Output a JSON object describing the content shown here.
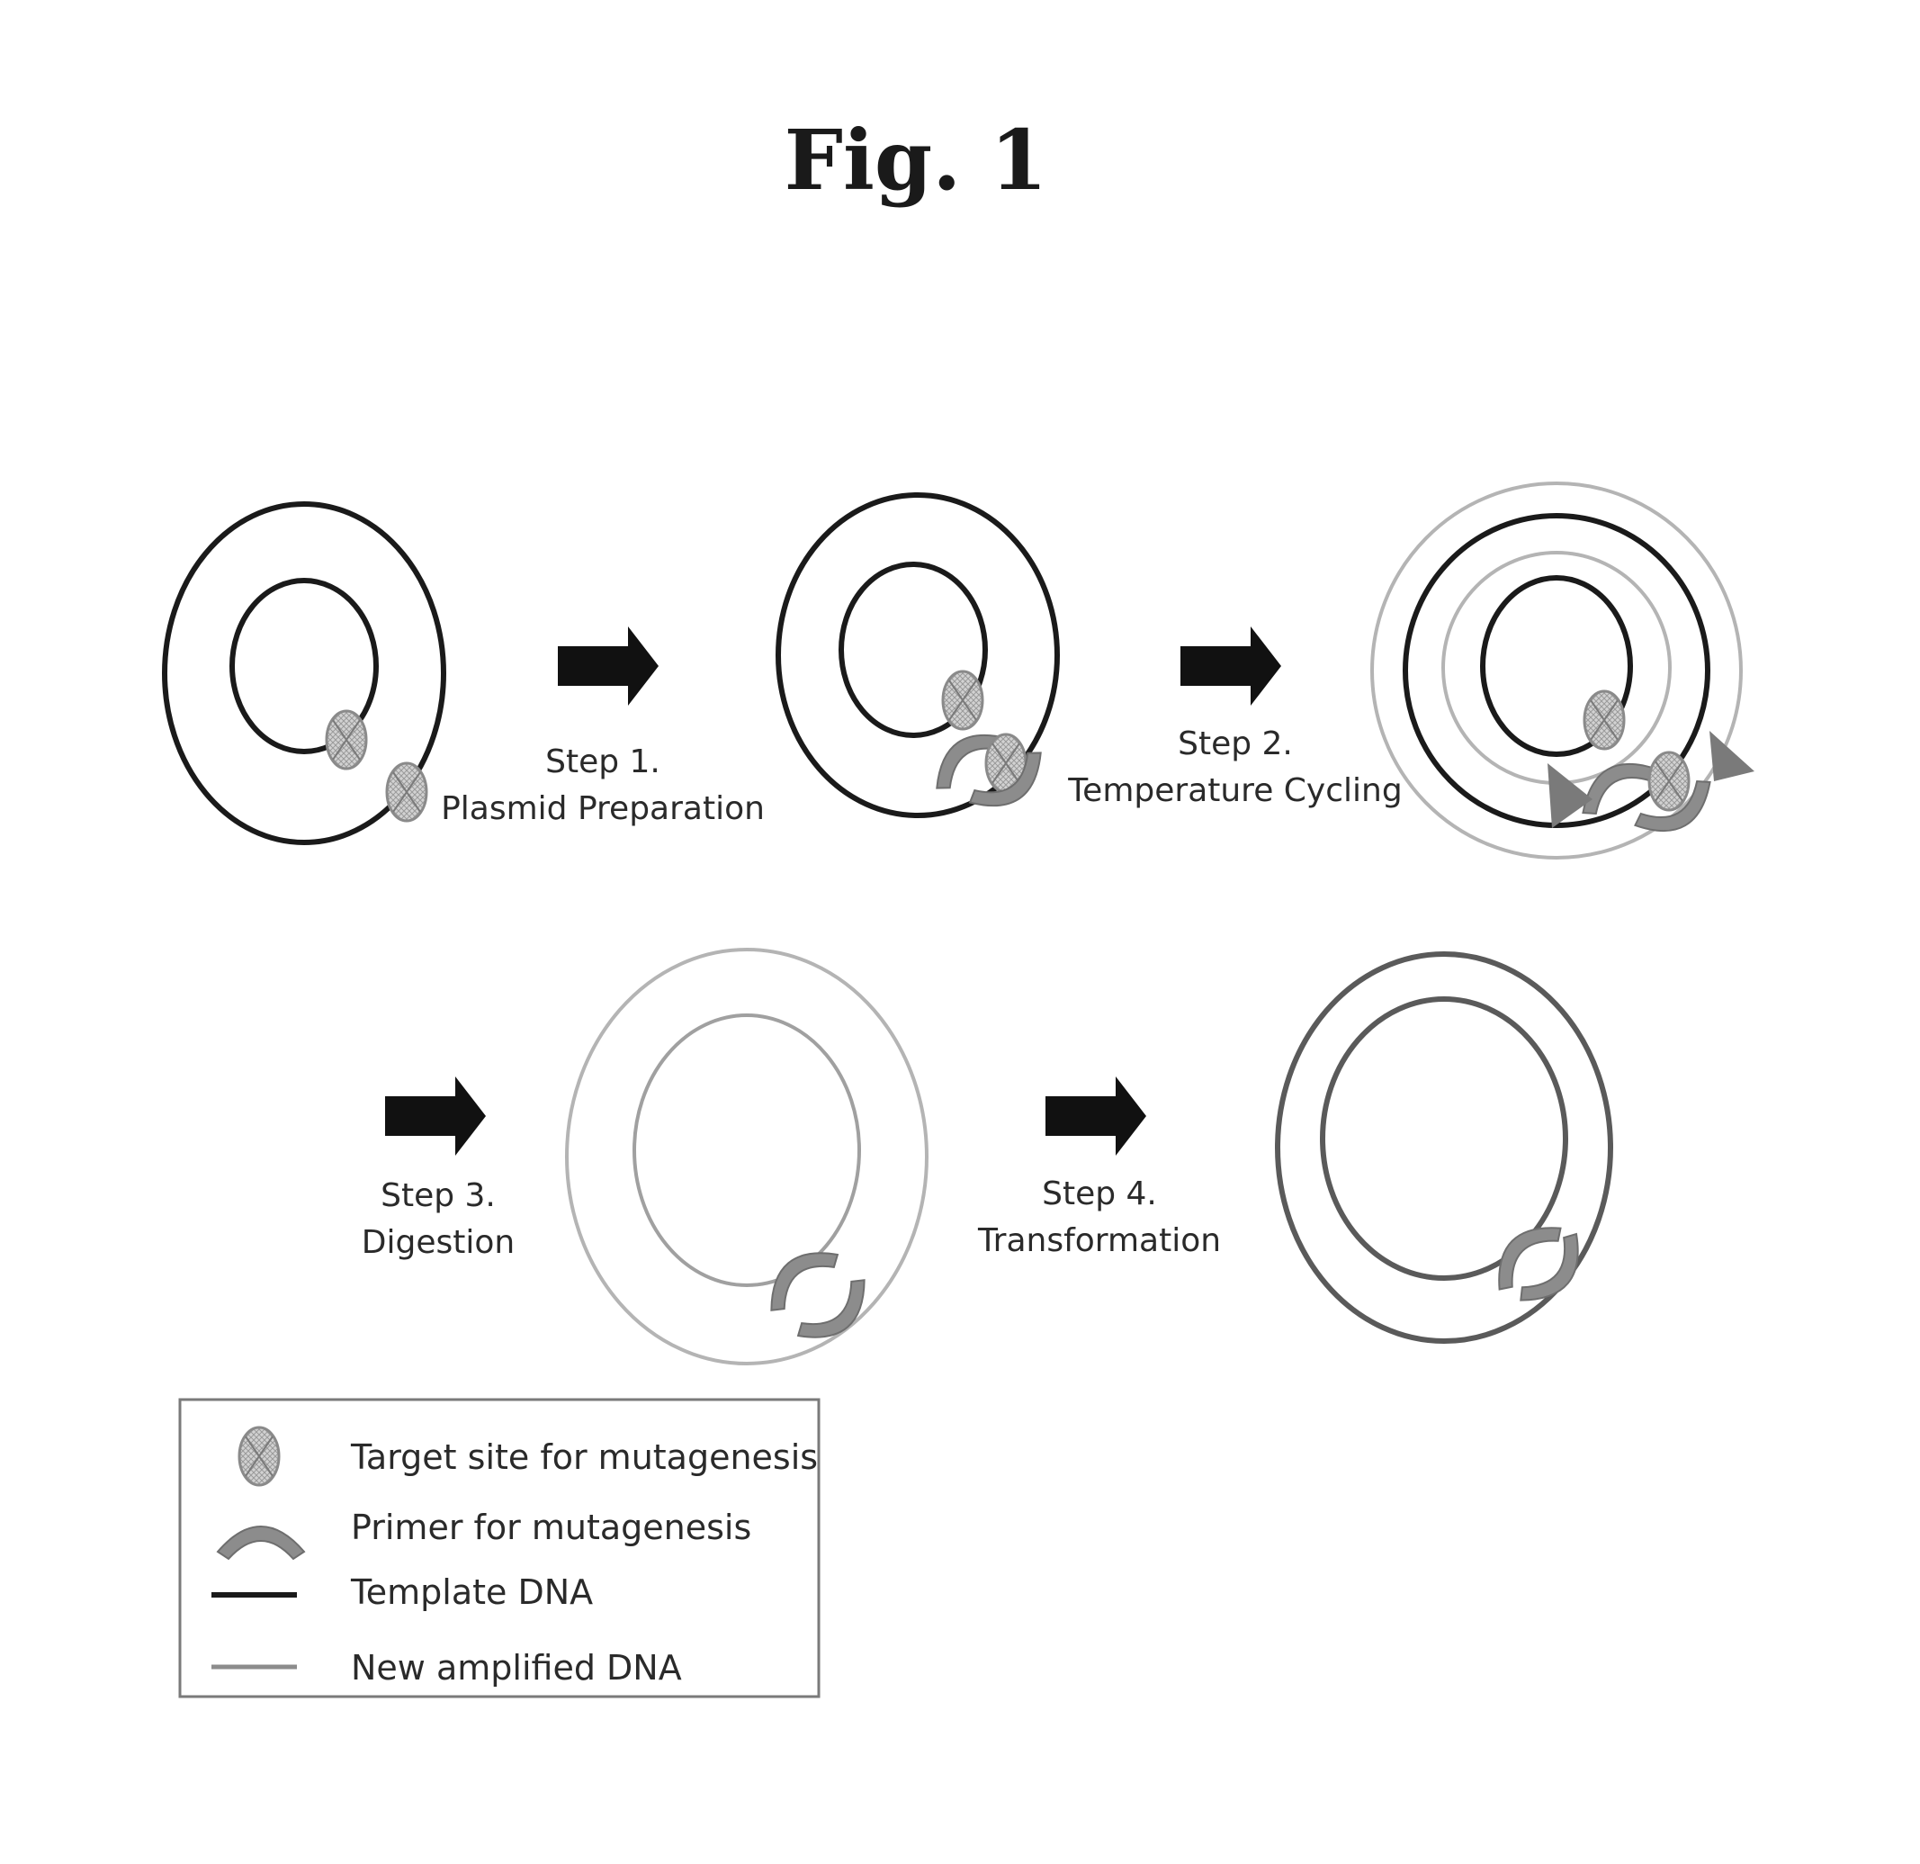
{
  "figure": {
    "title": "Fig. 1"
  },
  "steps": [
    {
      "label": "Step 1.",
      "name": "Plasmid Preparation"
    },
    {
      "label": "Step 2.",
      "name": "Temperature Cycling"
    },
    {
      "label": "Step 3.",
      "name": "Digestion"
    },
    {
      "label": "Step 4.",
      "name": "Transformation"
    }
  ],
  "legend": {
    "items": [
      {
        "icon": "target-site-icon",
        "label": "Target site for mutagenesis"
      },
      {
        "icon": "primer-icon",
        "label": "Primer for mutagenesis"
      },
      {
        "icon": "template-dna-line-icon",
        "label": "Template DNA"
      },
      {
        "icon": "new-dna-line-icon",
        "label": "New amplified DNA"
      }
    ]
  },
  "colors": {
    "template_dna": "#1a1a1a",
    "new_dna": "#9a9a9a",
    "new_dna_final": "#5a5a5a",
    "primer": "#8c8c8c",
    "target_site": "#c8c8c8",
    "arrow": "#111111"
  }
}
